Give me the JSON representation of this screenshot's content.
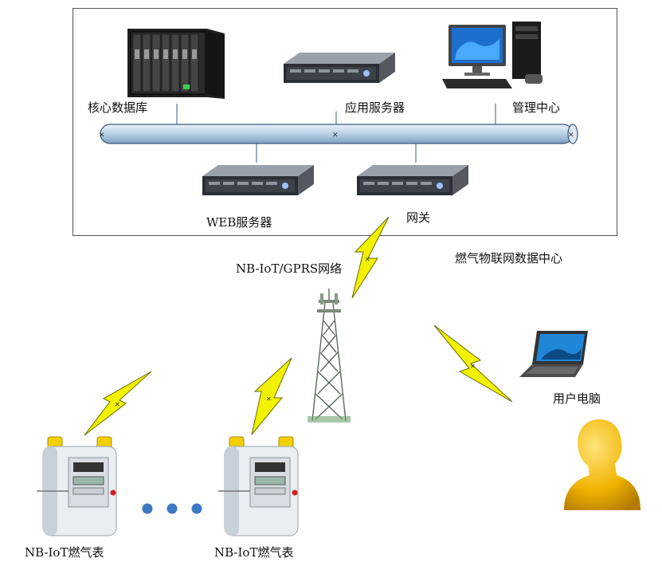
{
  "datacenter": {
    "title": "燃气物联网数据中心",
    "nodes": {
      "core_db": "核心数据库",
      "app_server": "应用服务器",
      "mgmt_center": "管理中心",
      "web_server": "WEB服务器",
      "gateway": "网关"
    }
  },
  "network": {
    "label": "NB-IoT/GPRS网络"
  },
  "devices": {
    "meter_left": "NB-IoT燃气表",
    "meter_right": "NB-IoT燃气表",
    "user_pc": "用户电脑"
  },
  "colors": {
    "bus_fill": "#cfe0f0",
    "bolt_fill": "#f2f200",
    "dot_fill": "#3d78c2",
    "person_fill": "#f0b400"
  }
}
